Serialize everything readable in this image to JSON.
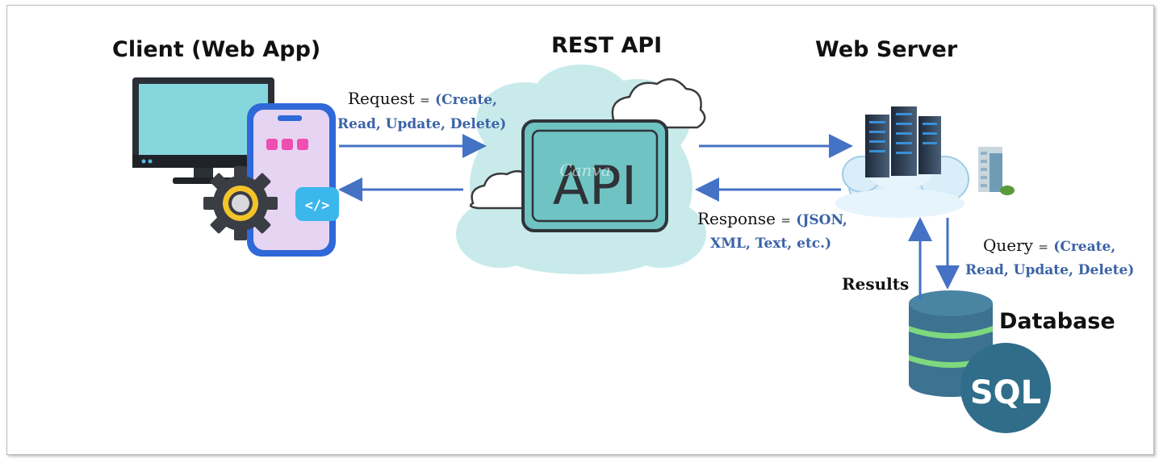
{
  "headings": {
    "client": "Client (Web App)",
    "api": "REST API",
    "server": "Web Server",
    "database": "Database"
  },
  "request": {
    "label": "Request",
    "eq": "=",
    "ops_line1": "(Create,",
    "ops_line2": "Read, Update, Delete)"
  },
  "response": {
    "label": "Response",
    "eq": "=",
    "formats_line1": "(JSON,",
    "formats_line2": "XML, Text, etc.)"
  },
  "query": {
    "label": "Query",
    "eq": "=",
    "ops_line1": "(Create,",
    "ops_line2": "Read, Update, Delete)"
  },
  "results_label": "Results",
  "icons": {
    "api_badge_text": "API",
    "code_badge_text": "</>",
    "sql_text": "SQL",
    "watermark": "Canva"
  },
  "colors": {
    "arrow": "#4472c4",
    "blue_text": "#3b63a6",
    "cloud": "#bfe6e6",
    "api_box": "#6fc3c3",
    "db_stack": "#3d7290",
    "db_band": "#7ed87e",
    "sql_circle": "#2f6d8a"
  }
}
